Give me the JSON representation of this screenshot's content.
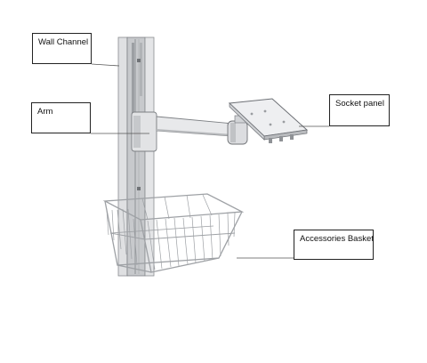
{
  "labels": {
    "wall_channel": "Wall Channel",
    "arm": "Arm",
    "socket_panel": "Socket panel",
    "accessories_basket": "Accessories Basket"
  },
  "colors": {
    "metal_light": "#e6e7e9",
    "metal_mid": "#c9cbce",
    "metal_dark": "#8c8f93",
    "outline": "#6d7075",
    "leader": "#555555"
  }
}
